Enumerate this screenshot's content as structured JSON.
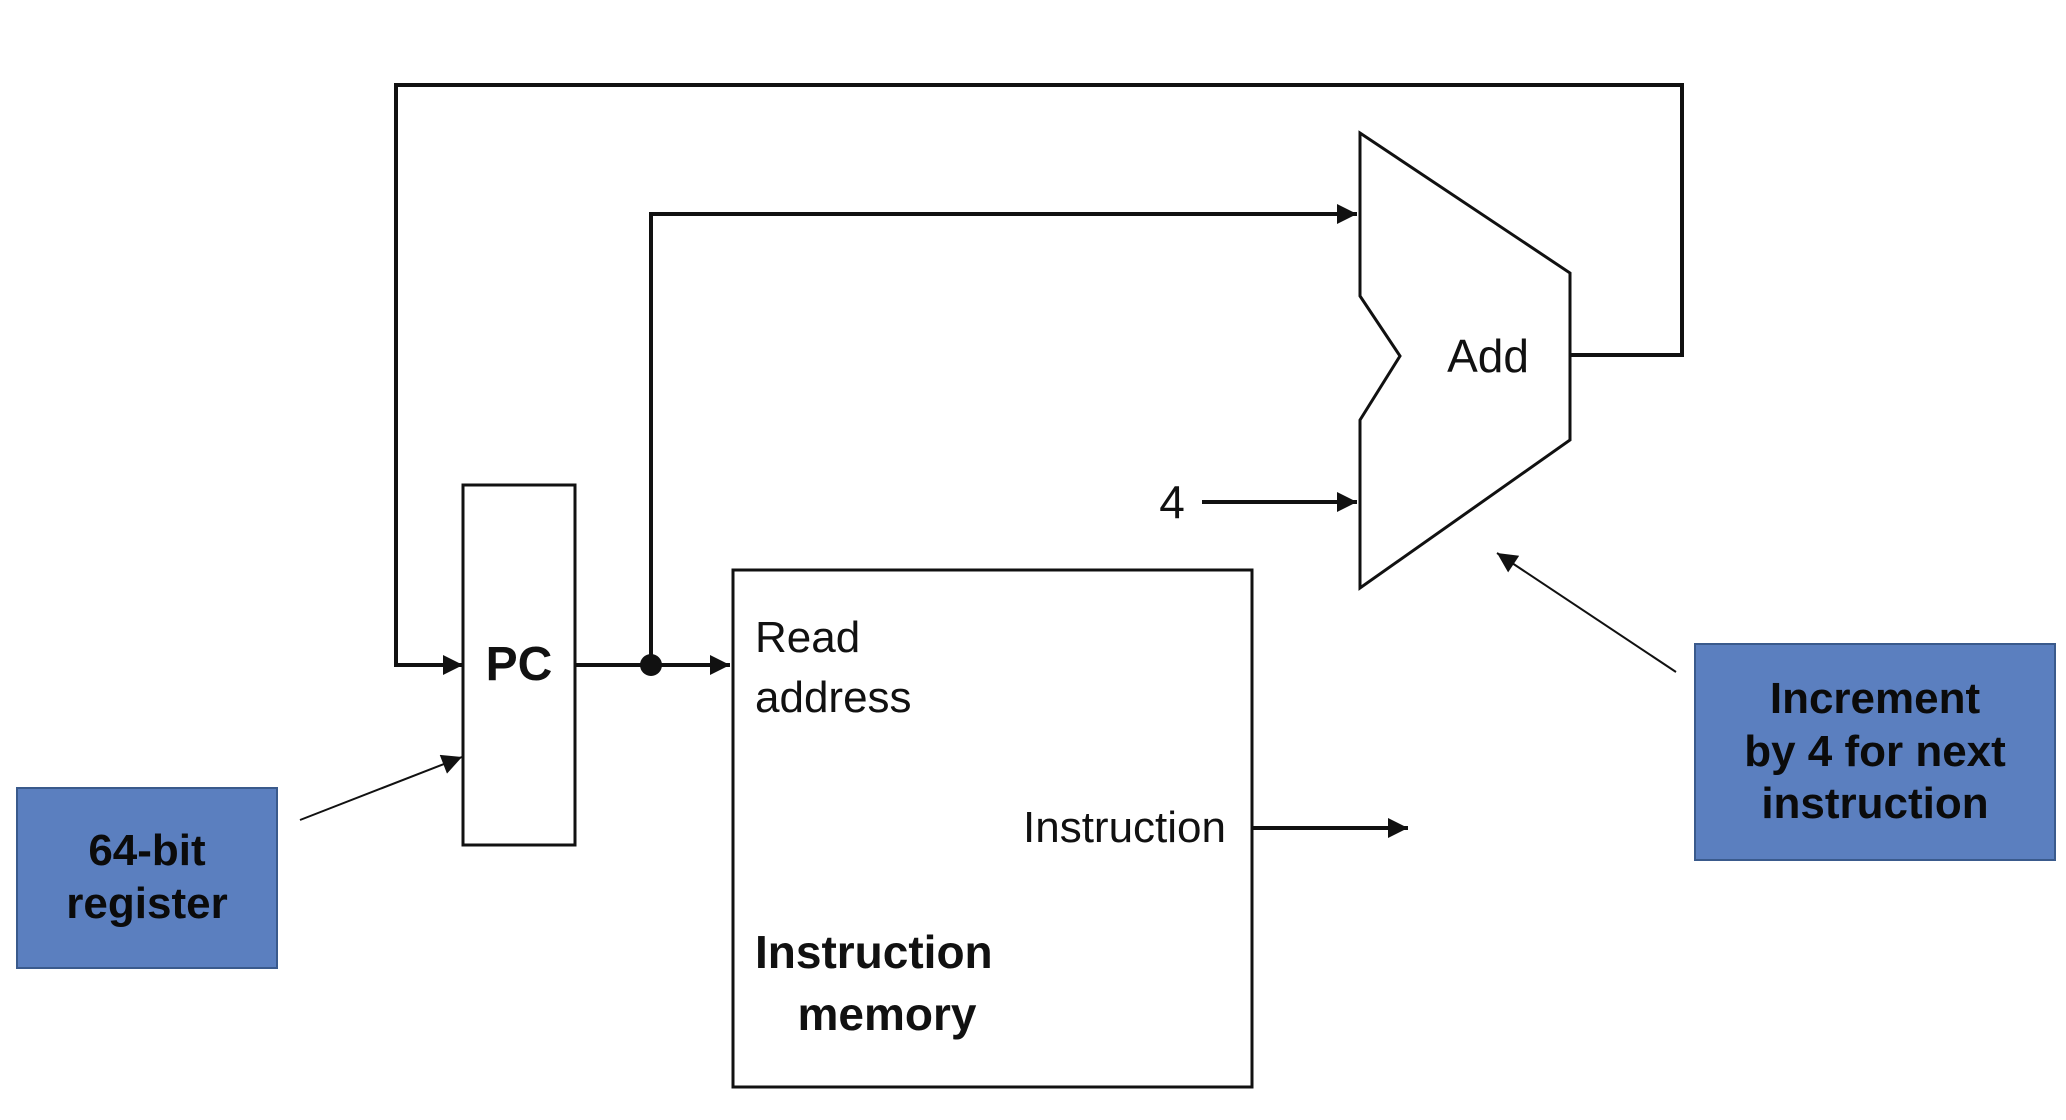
{
  "diagram": {
    "pc_label": "PC",
    "adder_label": "Add",
    "constant_label": "4",
    "memory": {
      "read_address_line1": "Read",
      "read_address_line2": "address",
      "instruction_output": "Instruction",
      "title_line1": "Instruction",
      "title_line2": "memory"
    }
  },
  "callouts": {
    "register": {
      "line1": "64-bit",
      "line2": "register"
    },
    "increment": {
      "line1": "Increment",
      "line2": "by 4 for next",
      "line3": "instruction"
    }
  },
  "colors": {
    "callout_fill": "#5b7fbf",
    "callout_border": "#3a5a8c",
    "line": "#111111"
  }
}
